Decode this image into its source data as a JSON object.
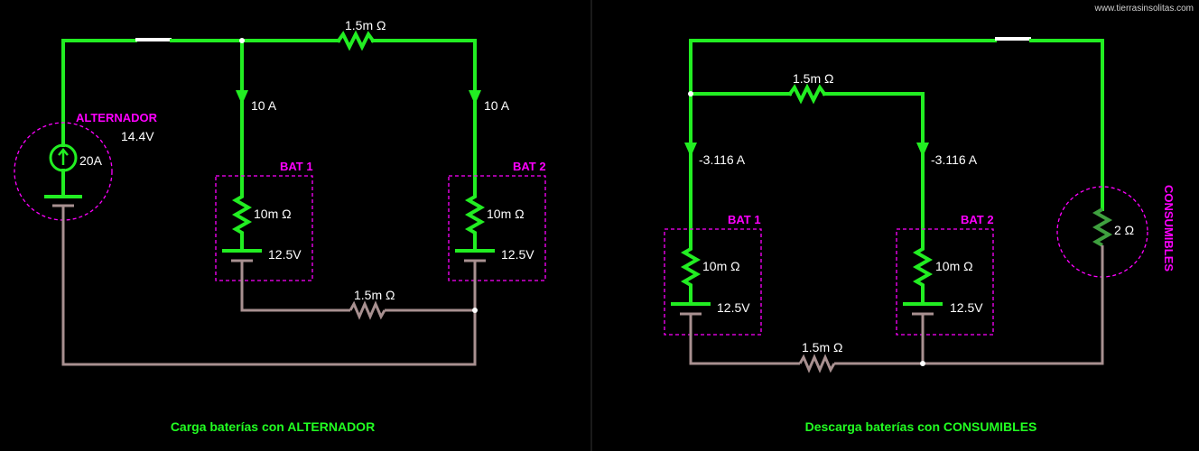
{
  "site": "www.tierrasinsolitas.com",
  "colors": {
    "wire_charged": "#22ee22",
    "wire_return": "#a89090",
    "box": "#ff00ff",
    "caption": "#22ff22",
    "background": "#000000"
  },
  "left": {
    "caption": "Carga baterías con ALTERNADOR",
    "top_resistor": "1.5m Ω",
    "bottom_resistor": "1.5m Ω",
    "alternator_title": "ALTERNADOR",
    "alternator_voltage": "14.4V",
    "alternator_current": "20A",
    "current_bat1": "10 A",
    "current_bat2": "10 A",
    "bat1": {
      "title": "BAT 1",
      "resistance": "10m Ω",
      "voltage": "12.5V"
    },
    "bat2": {
      "title": "BAT 2",
      "resistance": "10m Ω",
      "voltage": "12.5V"
    }
  },
  "right": {
    "caption": "Descarga baterías con CONSUMIBLES",
    "mid_resistor": "1.5m Ω",
    "bottom_resistor": "1.5m Ω",
    "current_bat1": "-3.116 A",
    "current_bat2": "-3.116 A",
    "bat1": {
      "title": "BAT 1",
      "resistance": "10m Ω",
      "voltage": "12.5V"
    },
    "bat2": {
      "title": "BAT 2",
      "resistance": "10m Ω",
      "voltage": "12.5V"
    },
    "load_title": "CONSUMIBLES",
    "load_resistance": "2 Ω"
  }
}
